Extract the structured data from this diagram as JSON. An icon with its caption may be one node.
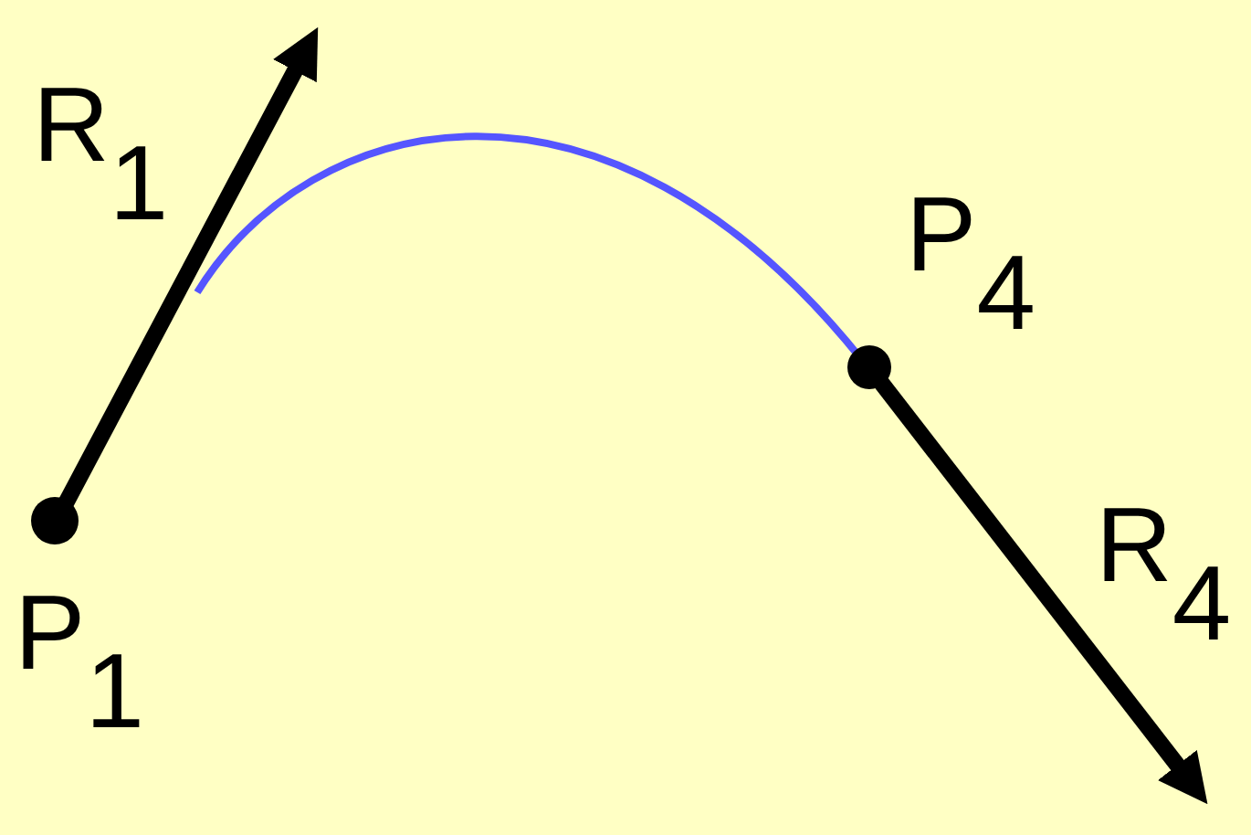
{
  "diagram": {
    "labels": [
      "R$_{1}$",
      "P$_{4}$",
      "R$_{4}$",
      "P$_{1}$"
    ]
  }
}
